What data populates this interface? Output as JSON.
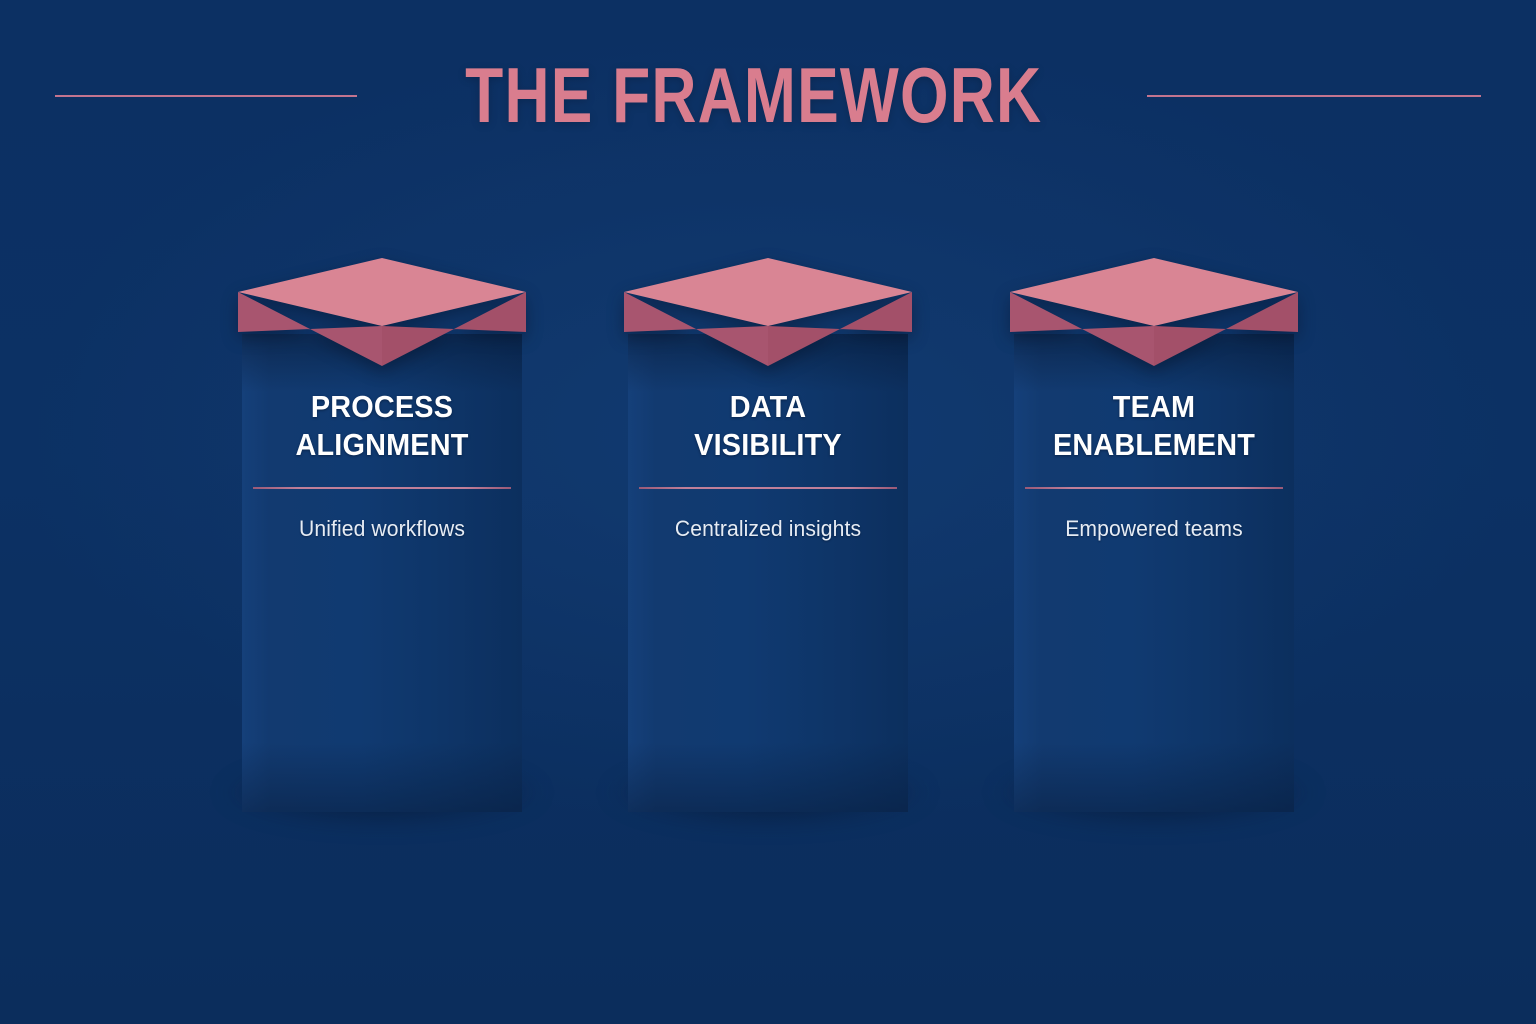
{
  "colors": {
    "background": "#0c3062",
    "column": "#103a71",
    "cap_top": "#d98594",
    "cap_side_left": "#a8556f",
    "cap_side_right": "#a35069",
    "accent_pink": "#d97d8e",
    "divider": "#c07f99",
    "title_text": "#ffffff",
    "subtitle_text": "#e6ecf4"
  },
  "header": {
    "title": "THE FRAMEWORK",
    "rule_left": "header-rule-left",
    "rule_right": "header-rule-right"
  },
  "pillars": [
    {
      "title": "PROCESS\nALIGNMENT",
      "subtitle": "Unified workflows",
      "cap_icon": "isometric-cube-cap-icon"
    },
    {
      "title": "DATA\nVISIBILITY",
      "subtitle": "Centralized insights",
      "cap_icon": "isometric-cube-cap-icon"
    },
    {
      "title": "TEAM\nENABLEMENT",
      "subtitle": "Empowered teams",
      "cap_icon": "isometric-cube-cap-icon"
    }
  ]
}
